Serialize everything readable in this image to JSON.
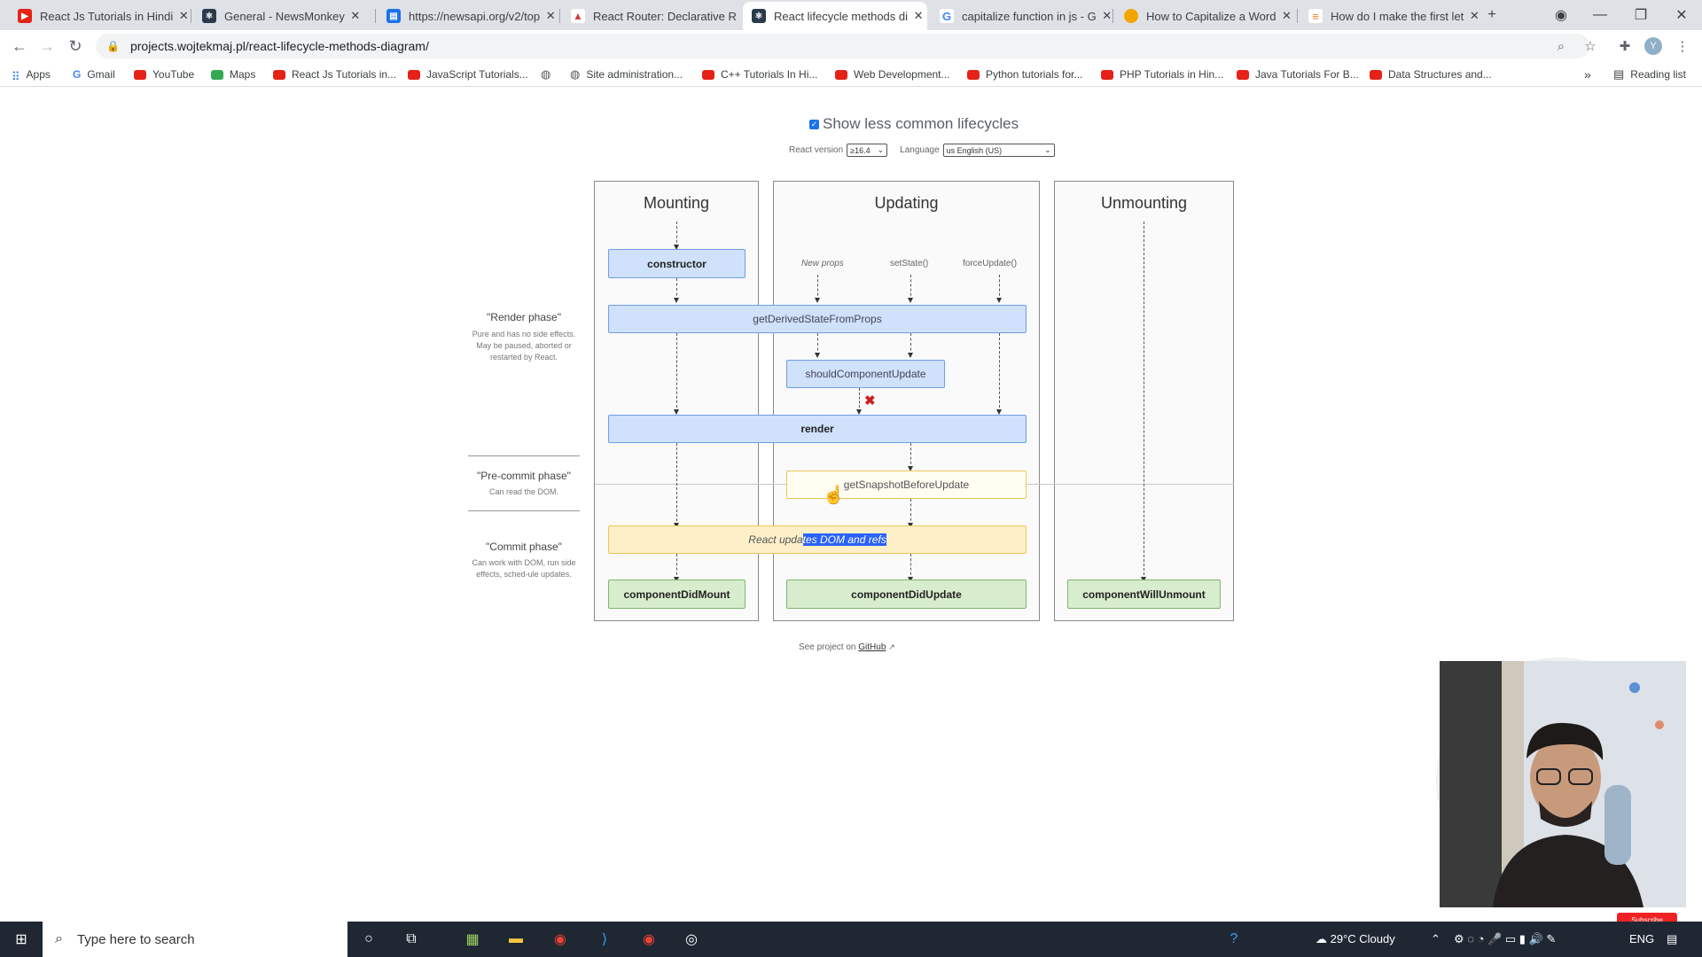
{
  "browser": {
    "tabs": [
      {
        "title": "React Js Tutorials in Hindi",
        "favicon": "youtube-icon",
        "color": "#e62117"
      },
      {
        "title": "General - NewsMonkey",
        "favicon": "react-icon",
        "color": "#2b3a4a"
      },
      {
        "title": "https://newsapi.org/v2/top",
        "favicon": "docs-icon",
        "color": "#1a73e8"
      },
      {
        "title": "React Router: Declarative R",
        "favicon": "react-router-icon",
        "color": "#ca4245"
      },
      {
        "title": "React lifecycle methods di",
        "favicon": "react-icon",
        "color": "#2b3a4a",
        "active": true
      },
      {
        "title": "capitalize function in js - G",
        "favicon": "google-icon",
        "color": "#4285f4"
      },
      {
        "title": "How to Capitalize a Word",
        "favicon": "site-icon",
        "color": "#f4a300"
      },
      {
        "title": "How do I make the first let",
        "favicon": "stackoverflow-icon",
        "color": "#f48024"
      }
    ],
    "url": "projects.wojtekmaj.pl/react-lifecycle-methods-diagram/",
    "bookmarks": [
      {
        "label": "Apps",
        "icon": "apps-grid-icon"
      },
      {
        "label": "Gmail",
        "icon": "google-icon"
      },
      {
        "label": "YouTube",
        "icon": "youtube-icon"
      },
      {
        "label": "Maps",
        "icon": "maps-icon"
      },
      {
        "label": "React Js Tutorials in...",
        "icon": "youtube-icon"
      },
      {
        "label": "JavaScript Tutorials...",
        "icon": "youtube-icon"
      },
      {
        "label": "",
        "icon": "globe-icon"
      },
      {
        "label": "Site administration...",
        "icon": "globe-icon"
      },
      {
        "label": "C++ Tutorials In Hi...",
        "icon": "youtube-icon"
      },
      {
        "label": "Web Development...",
        "icon": "youtube-icon"
      },
      {
        "label": "Python tutorials for...",
        "icon": "youtube-icon"
      },
      {
        "label": "PHP Tutorials in Hin...",
        "icon": "youtube-icon"
      },
      {
        "label": "Java Tutorials For B...",
        "icon": "youtube-icon"
      },
      {
        "label": "Data Structures and...",
        "icon": "youtube-icon"
      }
    ],
    "reading_list": "Reading list"
  },
  "options": {
    "show_less_common": "Show less common lifecycles",
    "show_less_common_checked": true,
    "react_version_label": "React version",
    "react_version_value": "≥16.4",
    "language_label": "Language",
    "language_value": "us English (US)"
  },
  "diagram": {
    "columns": {
      "mounting": "Mounting",
      "updating": "Updating",
      "unmounting": "Unmounting"
    },
    "phases": {
      "render_title": "\"Render phase\"",
      "render_desc": "Pure and has no side effects. May be paused, aborted or restarted by React.",
      "precommit_title": "\"Pre-commit phase\"",
      "precommit_desc": "Can read the DOM.",
      "commit_title": "\"Commit phase\"",
      "commit_desc": "Can work with DOM, run side effects, sched-ule updates."
    },
    "triggers": {
      "new_props": "New props",
      "set_state": "setState()",
      "force_update": "forceUpdate()"
    },
    "methods": {
      "constructor": "constructor",
      "get_derived": "getDerivedStateFromProps",
      "should_update": "shouldComponentUpdate",
      "render": "render",
      "get_snapshot": "getSnapshotBeforeUpdate",
      "react_updates_pre": "React upda",
      "react_updates_sel": "tes DOM and refs",
      "did_mount": "componentDidMount",
      "did_update": "componentDidUpdate",
      "will_unmount": "componentWillUnmount"
    },
    "see_project_prefix": "See project on",
    "see_project_link": "GitHub"
  },
  "overlay": {
    "subscribe": "Subscribe"
  },
  "taskbar": {
    "search_placeholder": "Type here to search",
    "weather": "29°C Cloudy",
    "lang": "ENG"
  }
}
